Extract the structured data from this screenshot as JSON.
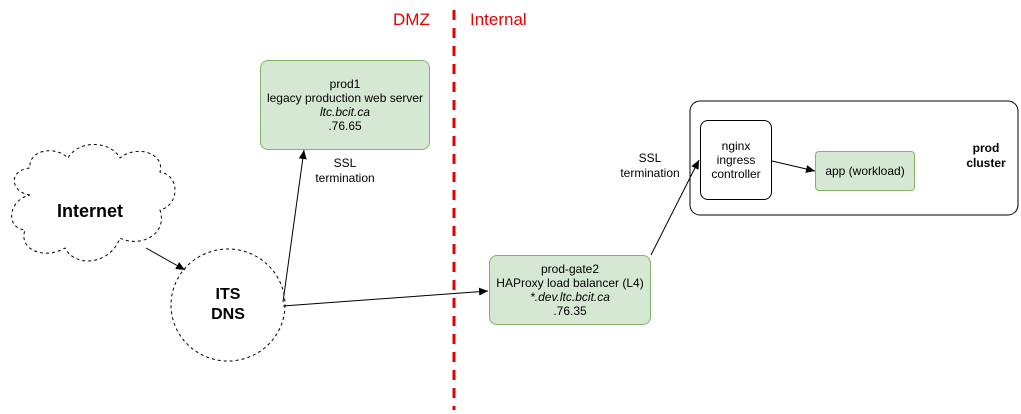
{
  "zones": {
    "dmz": "DMZ",
    "internal": "Internal"
  },
  "internet": "Internet",
  "its_dns": {
    "line1": "ITS",
    "line2": "DNS"
  },
  "prod1": {
    "name": "prod1",
    "desc": "legacy production web server",
    "domain": "ltc.bcit.ca",
    "ip": ".76.65"
  },
  "prod_gate2": {
    "name": "prod-gate2",
    "desc": "HAProxy load balancer (L4)",
    "domain": "*.dev.ltc.bcit.ca",
    "ip": ".76.35"
  },
  "ssl_label_1": {
    "line1": "SSL",
    "line2": "termination"
  },
  "ssl_label_2": {
    "line1": "SSL",
    "line2": "termination"
  },
  "nginx": {
    "line1": "nginx",
    "line2": "ingress",
    "line3": "controller"
  },
  "app": "app (workload)",
  "cluster": {
    "line1": "prod",
    "line2": "cluster"
  },
  "colors": {
    "divider": "#e60000",
    "node_fill": "#d5e8d4",
    "node_stroke": "#82b366"
  }
}
